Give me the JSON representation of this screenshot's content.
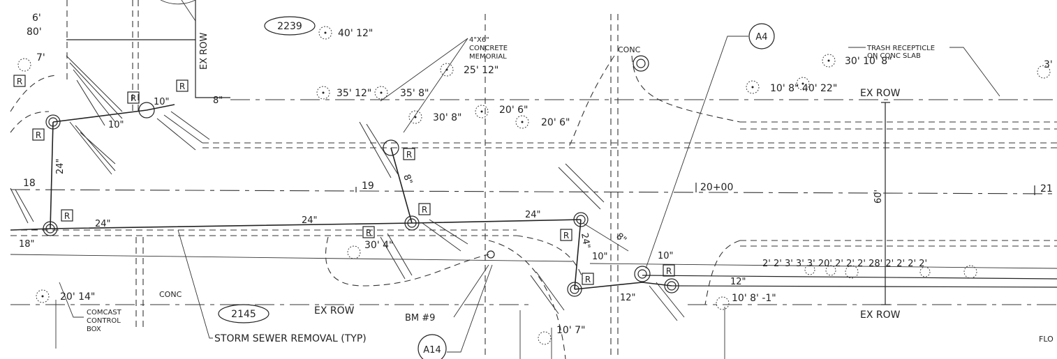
{
  "sheet": {
    "stations": {
      "s18": "18",
      "s19": "19",
      "s2000": "20+00",
      "s21": "21"
    },
    "parcels": {
      "p2239": "2239",
      "p2145": "2145"
    },
    "callouts": {
      "a4": "A4",
      "a14": "A14"
    },
    "row_labels": {
      "top_left": "EX ROW",
      "top_right": "EX ROW",
      "bottom_mid": "EX ROW",
      "bottom_right": "EX ROW"
    },
    "conc_labels": {
      "top": "CONC",
      "bottom": "CONC"
    },
    "dimension": "60'",
    "notes": {
      "memorial": [
        "4\"X6\"",
        "CONCRETE",
        "MEMORIAL"
      ],
      "trash": [
        "TRASH RECEPTICLE",
        "ON CONC SLAB"
      ],
      "comcast": [
        "COMCAST",
        "CONTROL",
        "BOX"
      ],
      "storm_removal": "STORM SEWER REMOVAL (TYP)",
      "benchmark": "BM #9",
      "flow": "FLO"
    },
    "pipes": {
      "p24_a": "24\"",
      "p24_b": "24\"",
      "p24_c": "24\"",
      "p24_v": "24\"",
      "p24_v2": "24\"",
      "p10_a": "10\"",
      "p10_b": "10\"",
      "p10_c": "10\"",
      "p10_d": "10\"",
      "p8_a": "8\"",
      "p8_b": "8\"",
      "p8_c": "8\"",
      "p12_a": "12\"",
      "p12_b": "12\"",
      "p18": "18\""
    },
    "trees": {
      "t1": "40' 12\"",
      "t2": "35' 12\"",
      "t3": "35' 8\"",
      "t4": "25' 12\"",
      "t5": "30' 8\"",
      "t6": "20' 6\"",
      "t7": "20' 6\"",
      "t8": "30' 10' 8\"",
      "t9": "10' 8\" 40' 22\"",
      "t10": "20' 14\"",
      "t11": "30' 4\"",
      "t12": "10' 7\"",
      "t13": "10' 8' -1\"",
      "t14": "6'",
      "t15": "80'",
      "t16": "7'",
      "t17": "3'"
    },
    "shrub_row": "2' 2' 3' 3' 3' 20' 2' 2' 2' 28' 2' 2' 2' 2'",
    "removal_tag": "R"
  }
}
